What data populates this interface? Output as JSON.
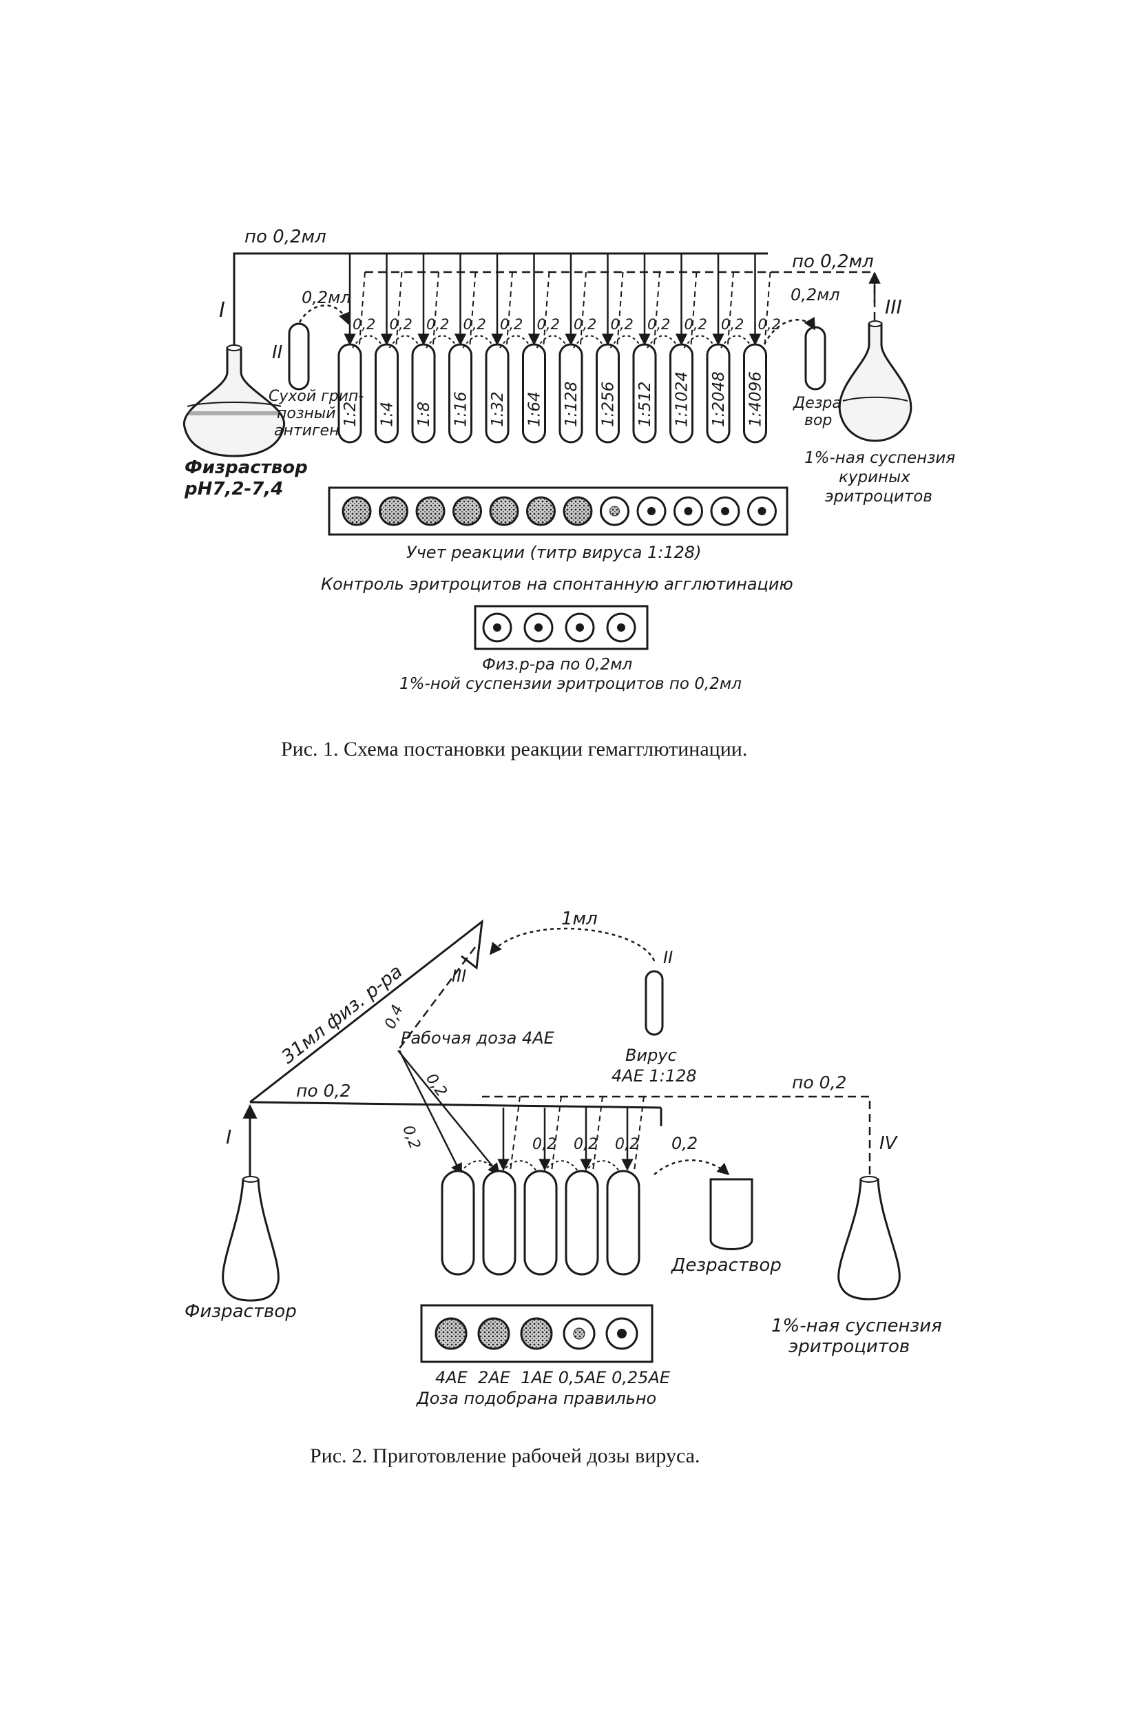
{
  "fig1": {
    "top_label": "по 0,2мл",
    "top_right_label": "по 0,2мл",
    "roman_I": "I",
    "roman_II": "II",
    "roman_III": "III",
    "antigen_arrow_label": "0,2мл",
    "dezrastvor_arrow_label": "0,2мл",
    "tube_volume": "0,2",
    "dilutions": [
      "1:2",
      "1:4",
      "1:8",
      "1:16",
      "1:32",
      "1:64",
      "1:128",
      "1:256",
      "1:512",
      "1:1024",
      "1:2048",
      "1:4096"
    ],
    "antigen_label": [
      "Сухой грип-",
      "позный",
      "антиген"
    ],
    "fizrastvor_label": [
      "Физраствор",
      "pH7,2-7,4"
    ],
    "dezrastvor_label": [
      "Дезраст-",
      "вор"
    ],
    "suspension_label": [
      "1%-ная суспензия",
      "куриных",
      "эритроцитов"
    ],
    "result_caption": "Учет реакции (титр вируса 1:128)",
    "control_title": "Контроль эритроцитов на спонтанную агглютинацию",
    "control_caption": [
      "Физ.р-ра по 0,2мл",
      "1%-ной суспензии эритроцитов по 0,2мл"
    ],
    "caption": "Рис. 1. Схема постановки реакции гемагглютинации."
  },
  "fig2": {
    "flask_label": "31мл физ. р-ра",
    "one_ml": "1мл",
    "roman_I": "I",
    "roman_II": "II",
    "roman_III": "III",
    "roman_IV": "IV",
    "vol_04": "0,4",
    "vol_02a": "0,2",
    "vol_02b": "0,2",
    "working_dose": "Рабочая доза 4АЕ",
    "virus_label": [
      "Вирус",
      "4АЕ 1:128"
    ],
    "po02_left": "по 0,2",
    "po02_right": "по 0,2",
    "tube_volume": "0,2",
    "dez_arrow": "0,2",
    "dezrastvor": "Дезраствор",
    "fizrastvor": "Физраствор",
    "suspension_label": [
      "1%-ная суспензия",
      "эритроцитов"
    ],
    "doses": "4АЕ  2АЕ  1АЕ 0,5АЕ 0,25АЕ",
    "dose_caption": "Доза подобрана правильно",
    "caption": "Рис. 2. Приготовление рабочей дозы вируса."
  }
}
